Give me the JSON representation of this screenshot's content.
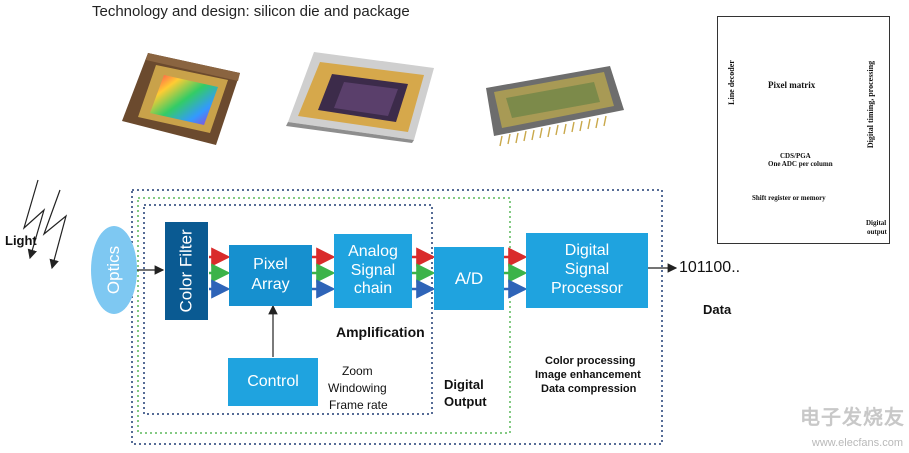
{
  "header": {
    "title": "Technology and design: silicon die and package"
  },
  "inputs": {
    "light": "Light",
    "optics": "Optics"
  },
  "blocks": {
    "color_filter": "Color Filter",
    "pixel_array": [
      "Pixel",
      "Array"
    ],
    "analog_chain": [
      "Analog",
      "Signal",
      "chain"
    ],
    "ad": "A/D",
    "dsp": [
      "Digital",
      "Signal",
      "Processor"
    ],
    "control": "Control"
  },
  "labels": {
    "amplification": "Amplification",
    "control_functions": [
      "Zoom",
      "Windowing",
      "Frame rate"
    ],
    "digital_output": [
      "Digital",
      "Output"
    ],
    "dsp_functions": [
      "Color processing",
      "Image enhancement",
      "Data compression"
    ],
    "output_bits": "101100..",
    "data": "Data"
  },
  "architecture": {
    "line_decoder": "Line decoder",
    "pixel_matrix": "Pixel matrix",
    "timing": "Digital timing, processing",
    "cds_pga": "CDS/PGA",
    "one_adc": "One ADC per column",
    "shift_register": "Shift register or memory",
    "digital_output": [
      "Digital",
      "output"
    ]
  },
  "watermark": {
    "brand": "电子发烧友",
    "url": "www.elecfans.com"
  },
  "colors": {
    "block_light": "#1fa3df",
    "block_dark": "#0a5a92",
    "optics": "#7ec8f2",
    "arrow_red": "#d92b2b",
    "arrow_green": "#3bb34a",
    "arrow_blue": "#2e64b8",
    "border_navy": "#1f3b73",
    "border_green": "#5cb85c"
  }
}
